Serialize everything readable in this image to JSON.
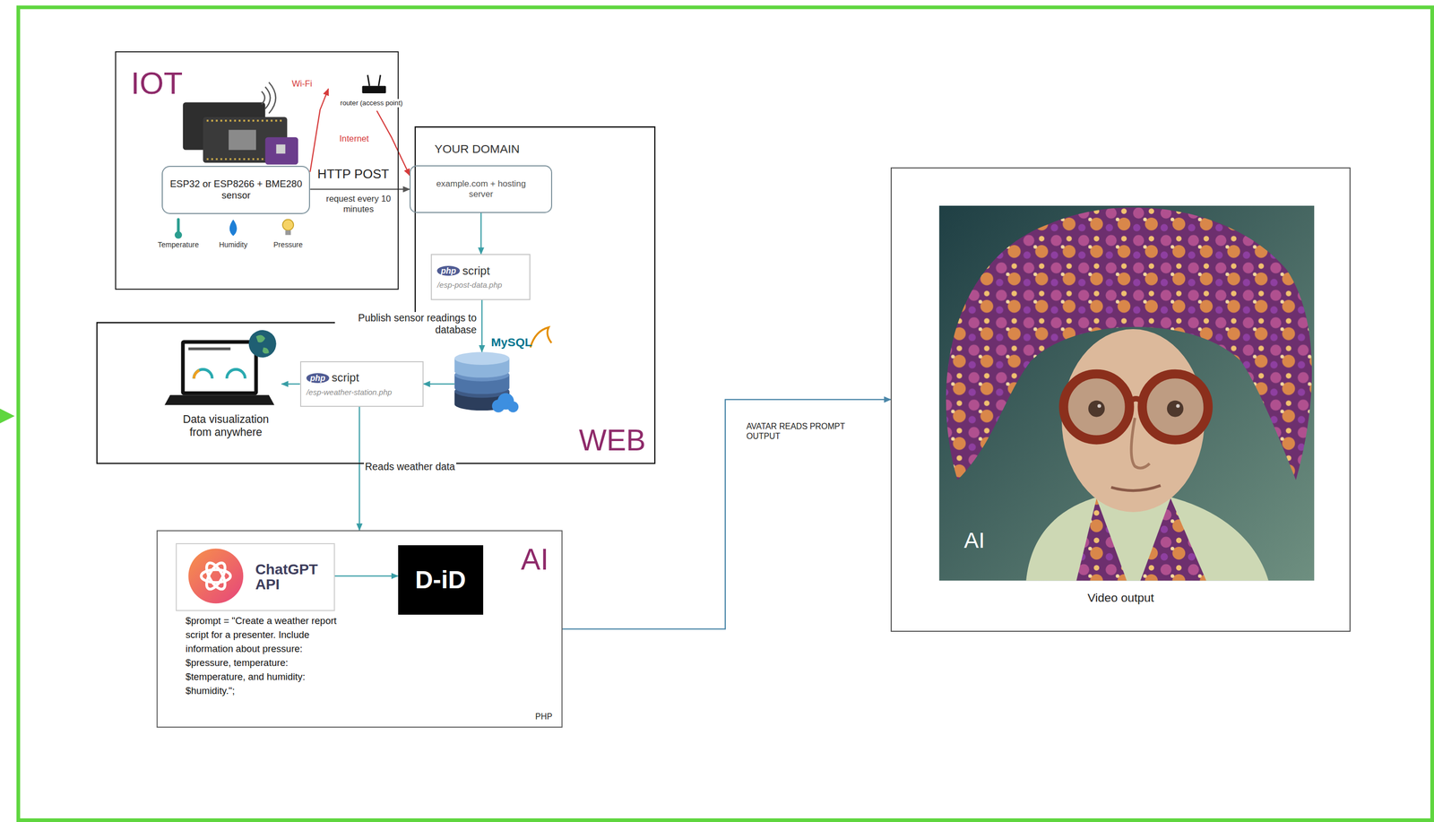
{
  "diagram": {
    "nodes": [
      {
        "text": [
          "IOT"
        ]
      },
      {
        "text": [
          "ESP32 or ESP8266 + BME280 sensor"
        ],
        "in": 0
      },
      {
        "text": [
          "router (access point)"
        ],
        "in": 0
      },
      {
        "text": [
          "WEB"
        ]
      },
      {
        "text": [
          "YOUR DOMAIN",
          "example.com + hosting server"
        ],
        "in": 3
      },
      {
        "text": [
          "php",
          "script",
          "/esp-post-data.php"
        ],
        "in": 3
      },
      {
        "text": [
          "MySQL"
        ],
        "in": 3
      },
      {
        "text": [
          "php",
          "script",
          "/esp-weather-station.php"
        ],
        "in": 3
      },
      {
        "text": [
          "Data visualization from anywhere"
        ],
        "in": 3
      },
      {
        "text": [
          "AI",
          "PHP"
        ]
      },
      {
        "text": [
          "ChatGPT API"
        ],
        "in": 9
      },
      {
        "text": [
          "D-iD"
        ],
        "in": 9
      },
      {
        "text": [
          "Video output"
        ]
      },
      {
        "text": [
          "AI"
        ],
        "in": 12
      }
    ],
    "edges": [
      {
        "from": 1,
        "to": 2,
        "label": "Wi-Fi",
        "arrow": "to"
      },
      {
        "from": 2,
        "to": 4,
        "label": "Internet",
        "arrow": "to"
      },
      {
        "from": 1,
        "to": 4,
        "label": "HTTP POST",
        "arrow": "to"
      },
      {
        "from": 4,
        "to": 5,
        "arrow": "to"
      },
      {
        "from": 5,
        "to": 6,
        "label": "Publish sensor readings to database",
        "arrow": "to"
      },
      {
        "from": 6,
        "to": 7,
        "arrow": "to"
      },
      {
        "from": 7,
        "to": 8,
        "arrow": "to"
      },
      {
        "from": 7,
        "to": 9,
        "label": "Reads weather data",
        "arrow": "to"
      },
      {
        "from": 10,
        "to": 11,
        "arrow": "to"
      },
      {
        "from": 9,
        "to": 12,
        "label": "AVATAR READS PROMPT OUTPUT",
        "arrow": "to"
      }
    ],
    "labels": [
      "request every 10 minutes",
      "Temperature",
      "Humidity",
      "Pressure",
      "$prompt = \"Create a weather report script for a presenter. Include information about pressure: $pressure, temperature: $temperature, and humidity: $humidity.\";"
    ]
  }
}
